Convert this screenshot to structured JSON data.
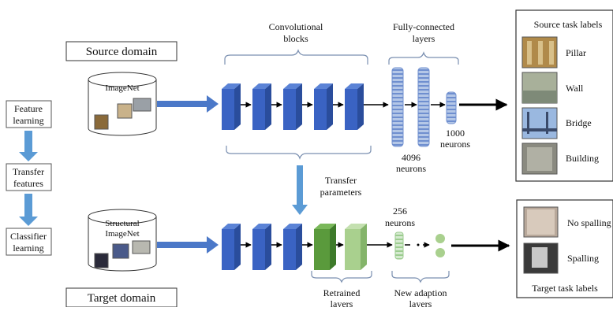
{
  "diagram": {
    "source_domain": "Source domain",
    "target_domain": "Target domain",
    "source_db": "ImageNet",
    "target_db": [
      "Structural",
      "ImageNet"
    ],
    "steps": [
      [
        "Feature",
        "learning"
      ],
      [
        "Transfer",
        "features"
      ],
      [
        "Classifier",
        "learning"
      ]
    ],
    "conv_blocks": [
      "Convolutional",
      "blocks"
    ],
    "fc_layers": [
      "Fully-connected",
      "layers"
    ],
    "neurons_4096": [
      "4096",
      "neurons"
    ],
    "neurons_1000": [
      "1000",
      "neurons"
    ],
    "transfer_params": [
      "Transfer",
      "parameters"
    ],
    "neurons_256": [
      "256",
      "neurons"
    ],
    "retrained": [
      "Retrained",
      "layers"
    ],
    "new_adaption": [
      "New adaption",
      "layers"
    ],
    "source_task": {
      "title": "Source task labels",
      "labels": [
        "Pillar",
        "Wall",
        "Bridge",
        "Building"
      ]
    },
    "target_task": {
      "title": "Target task labels",
      "labels": [
        "No spalling",
        "Spalling"
      ]
    }
  },
  "colors": {
    "block_blue": "#3a63c3",
    "block_green": "#5a9a3c",
    "block_light_green": "#a9d08e",
    "arrow_blue": "#4b78c8",
    "fc_blue": "#8faadc"
  }
}
